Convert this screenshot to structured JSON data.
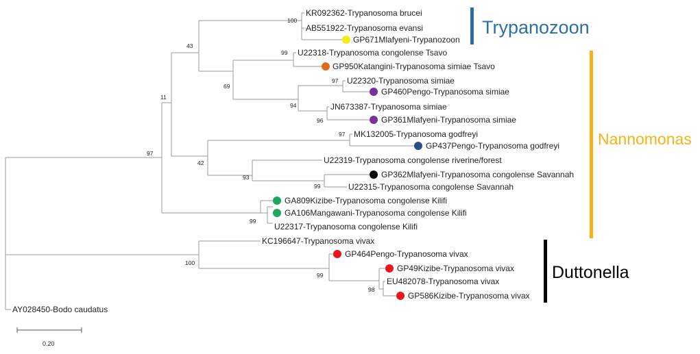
{
  "taxa": {
    "brucei": "KR092362-Trypanosoma brucei",
    "evansi": "AB551922-Trypanosoma evansi",
    "gp671": "GP671Mlafyeni-Trypanozoon",
    "u22318": "U22318-Trypanosoma congolense Tsavo",
    "gp950": "GP950Katangini-Trypanosoma simiae Tsavo",
    "u22320": "U22320-Trypanosoma simiae",
    "gp460": "GP460Pengo-Trypanosoma simiae",
    "jn673387": "JN673387-Trypanosoma simiae",
    "gp361": "GP361Mlafyeni-Trypanosoma simiae",
    "mk132005": "MK132005-Trypanosoma godfreyi",
    "gp437": "GP437Pengo-Trypanosoma godfreyi",
    "u22319": "U22319-Trypanosoma congolense riverine/forest",
    "gp362": "GP362Mlafyeni-Trypanosoma congolense Savannah",
    "u22315": "U22315-Trypanosoma congolense Savannah",
    "ga809": "GA809Kizibe-Trypanosoma congolense Kilifi",
    "ga106": "GA106Mangawani-Trypanosoma congolense Kilifi",
    "u22317": "U22317-Trypanosoma congolense Kilifi",
    "kc196647": "KC196647-Trypanosoma vivax",
    "gp464": "GP464Pengo-Trypanosoma vivax",
    "gp49": "GP49Kizibe-Trypanosoma vivax",
    "eu482078": "EU482078-Trypanosoma vivax",
    "gp586": "GP586Kizibe-Trypanosoma vivax",
    "bodo": "AY028450-Bodo caudatus"
  },
  "bootstrap": {
    "b97": "97",
    "b11": "11",
    "b43": "43",
    "b100a": "100",
    "b69": "69",
    "b99a": "99",
    "b97b": "97",
    "b94": "94",
    "b96": "96",
    "b42": "42",
    "b97c": "97",
    "b93": "93",
    "b99b": "99",
    "b99c": "99",
    "b100b": "100",
    "b99d": "99",
    "b98": "98"
  },
  "clades": {
    "trypanozoon": "Trypanozoon",
    "nannomonas": "Nannomonas",
    "duttonella": "Duttonella"
  },
  "scale_bar": {
    "label": "0.20"
  },
  "colors": {
    "branch": "#9a9a9a",
    "trypanozoon": "#2e6ea6",
    "nannomonas": "#f2b41a",
    "duttonella": "#000000",
    "dot_yellow": "#f5ea1a",
    "dot_orange": "#e06a1e",
    "dot_purple": "#7b2f9e",
    "dot_navy": "#2a4f86",
    "dot_black": "#000000",
    "dot_green": "#1ea65a",
    "dot_red": "#e8151b"
  }
}
